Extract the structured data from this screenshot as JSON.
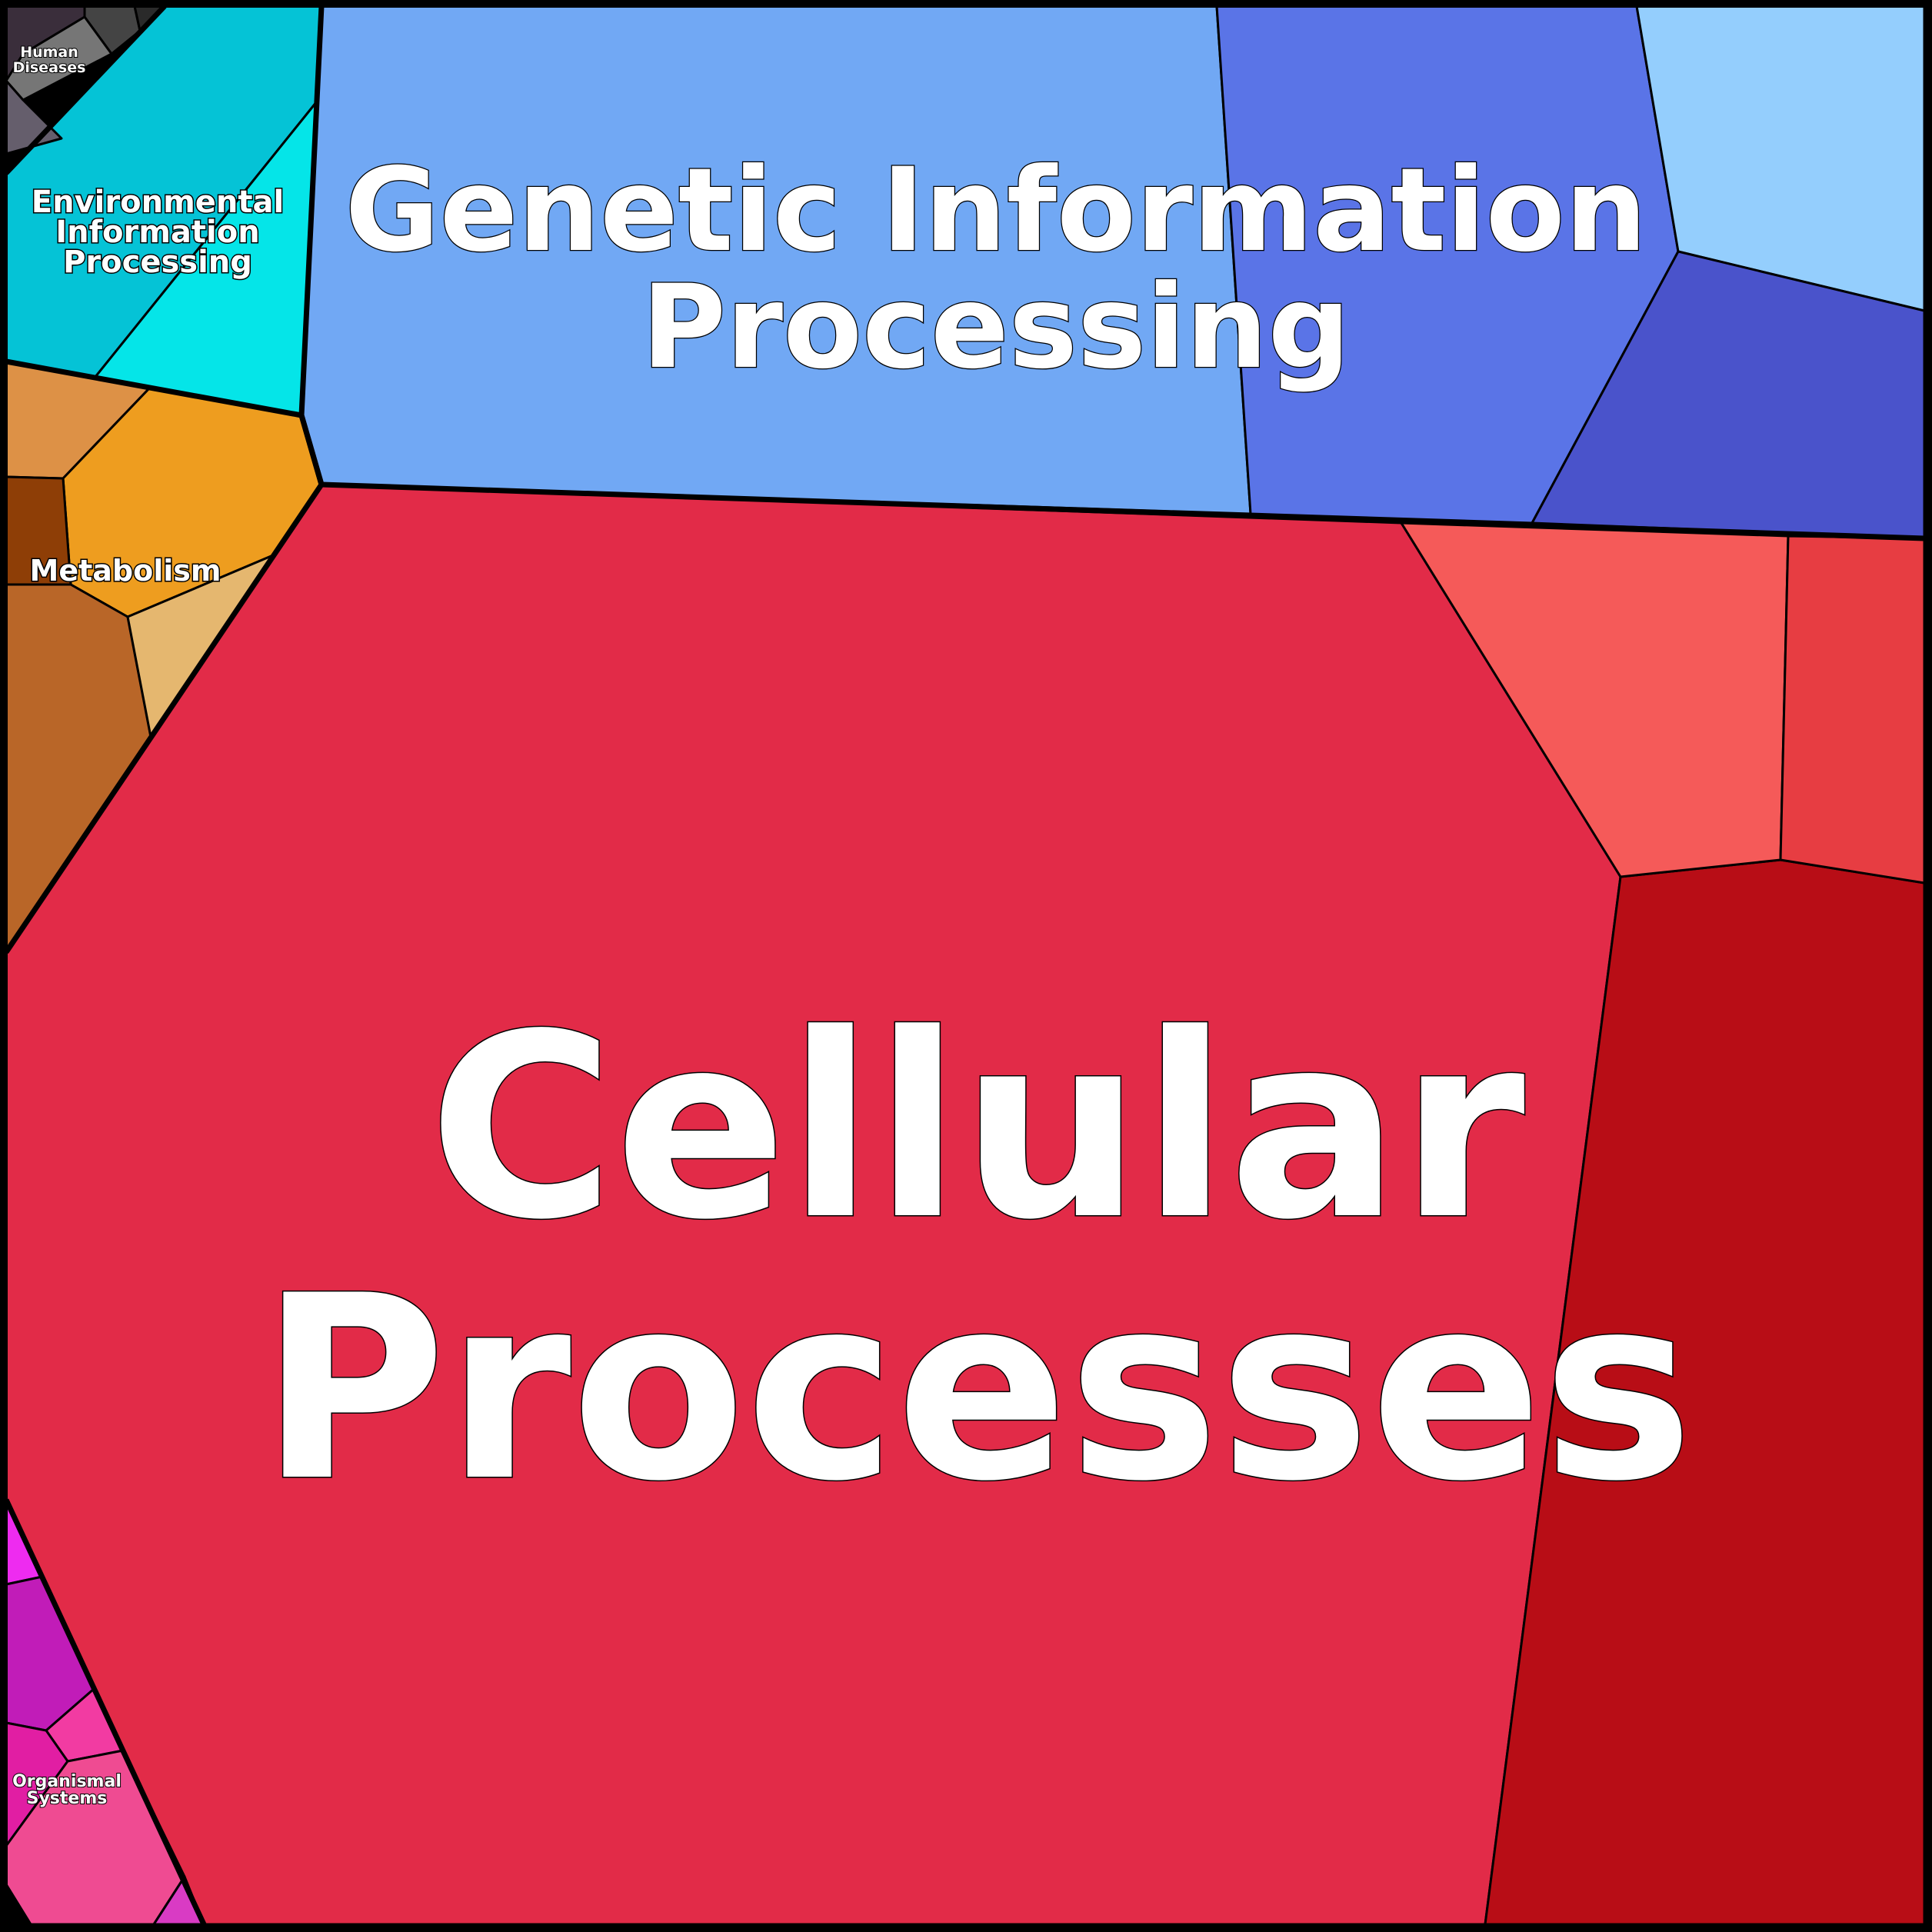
{
  "diagram": {
    "type": "voronoi-treemap",
    "background": "#000000",
    "categories": [
      {
        "id": "cellular",
        "label_lines": [
          "Cellular",
          "Processes"
        ],
        "colors": [
          "#E22B48",
          "#B80D16",
          "#F55A59",
          "#E73D42"
        ]
      },
      {
        "id": "genetic",
        "label_lines": [
          "Genetic Information",
          "Processing"
        ],
        "colors": [
          "#71A8F4",
          "#5A74E7",
          "#94CEFD",
          "#4A53CB"
        ]
      },
      {
        "id": "environmental",
        "label_lines": [
          "Environmental",
          "Information",
          "Processing"
        ],
        "colors": [
          "#05C3D6",
          "#05E5E8"
        ]
      },
      {
        "id": "metabolism",
        "label_lines": [
          "Metabolism"
        ],
        "colors": [
          "#DD9146",
          "#EE9D1F",
          "#8E3E06",
          "#B96628",
          "#E5B76F"
        ]
      },
      {
        "id": "human",
        "label_lines": [
          "Human",
          "Diseases"
        ],
        "colors": [
          "#3A2E3B",
          "#444444",
          "#767676",
          "#655E6C",
          "#2A2A2A"
        ]
      },
      {
        "id": "organismal",
        "label_lines": [
          "Organismal",
          "Systems"
        ],
        "colors": [
          "#EE2BF0",
          "#C11CB8",
          "#F23BA2",
          "#E11EA3",
          "#EF4B92",
          "#D93BC4"
        ]
      }
    ]
  }
}
